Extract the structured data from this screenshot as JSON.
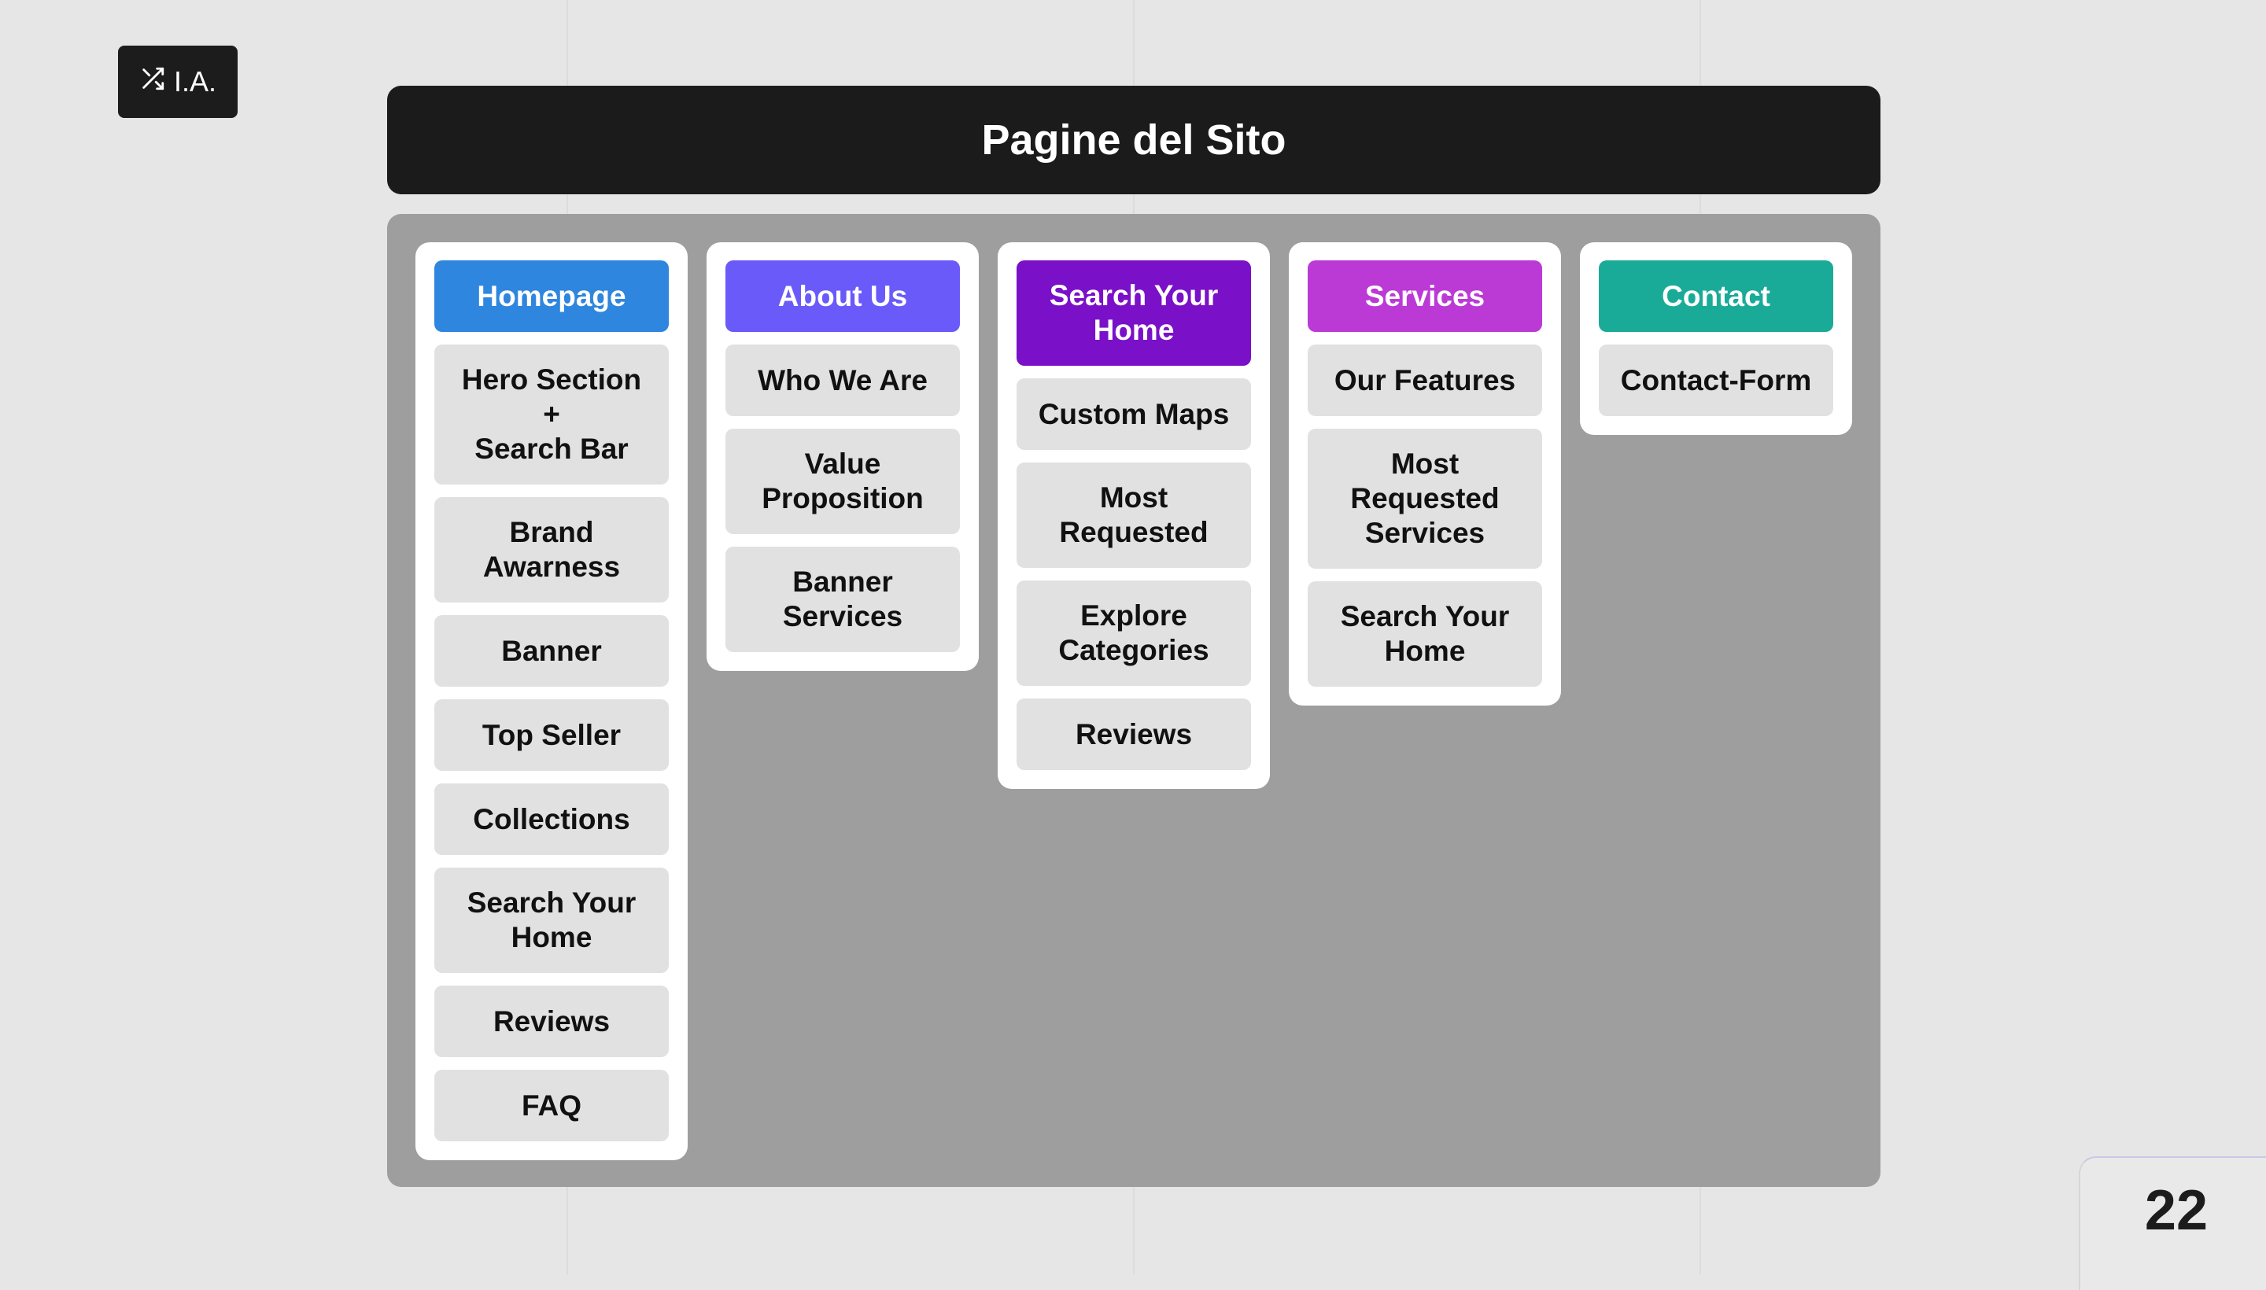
{
  "badge": {
    "icon": "shuffle-icon",
    "label": "I.A."
  },
  "title": "Pagine del Sito",
  "page_number": "22",
  "columns": [
    {
      "header": "Homepage",
      "color": "#2e86de",
      "items": [
        "Hero Section\n+\nSearch Bar",
        "Brand\nAwarness",
        "Banner",
        "Top Seller",
        "Collections",
        "Search Your\nHome",
        "Reviews",
        "FAQ"
      ]
    },
    {
      "header": "About Us",
      "color": "#6a5af9",
      "items": [
        "Who We Are",
        "Value\nProposition",
        "Banner\nServices"
      ]
    },
    {
      "header": "Search Your\nHome",
      "color": "#7a10c8",
      "items": [
        "Custom Maps",
        "Most\nRequested",
        "Explore\nCategories",
        "Reviews"
      ]
    },
    {
      "header": "Services",
      "color": "#bb3ad6",
      "items": [
        "Our Features",
        "Most\nRequested\nServices",
        "Search Your\nHome"
      ]
    },
    {
      "header": "Contact",
      "color": "#1aab98",
      "items": [
        "Contact-Form"
      ]
    }
  ]
}
